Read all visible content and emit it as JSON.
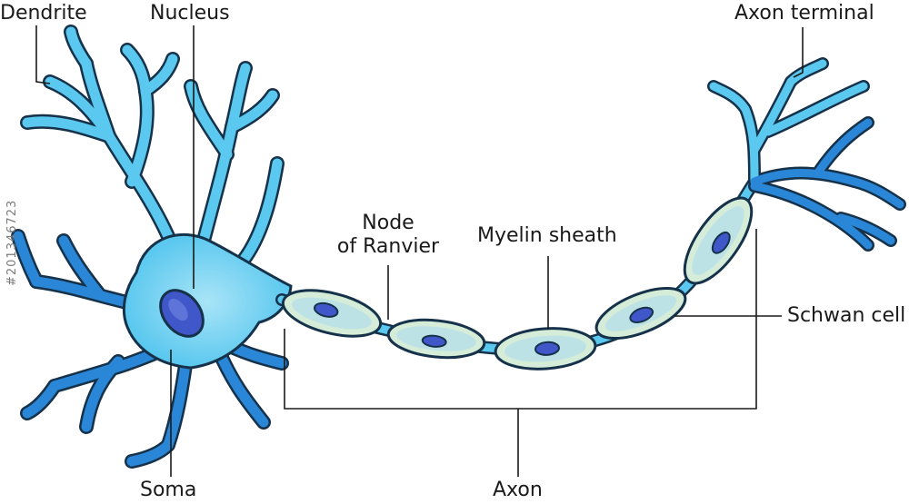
{
  "labels": {
    "dendrite": "Dendrite",
    "nucleus": "Nucleus",
    "axon_terminal": "Axon terminal",
    "node_of_ranvier_line1": "Node",
    "node_of_ranvier_line2": "of Ranvier",
    "myelin_sheath": "Myelin sheath",
    "schwan_cell": "Schwan cell",
    "soma": "Soma",
    "axon": "Axon"
  },
  "watermark": "#201346723",
  "colors": {
    "cell_body": "#5bc8ef",
    "cell_dark": "#2a86d6",
    "outline": "#16324a",
    "sheath_fill": "#d4ecd8",
    "sheath_inner": "#bde2e6",
    "nucleus_fill": "#3f57c8",
    "leader_line": "#1a1a1a"
  }
}
